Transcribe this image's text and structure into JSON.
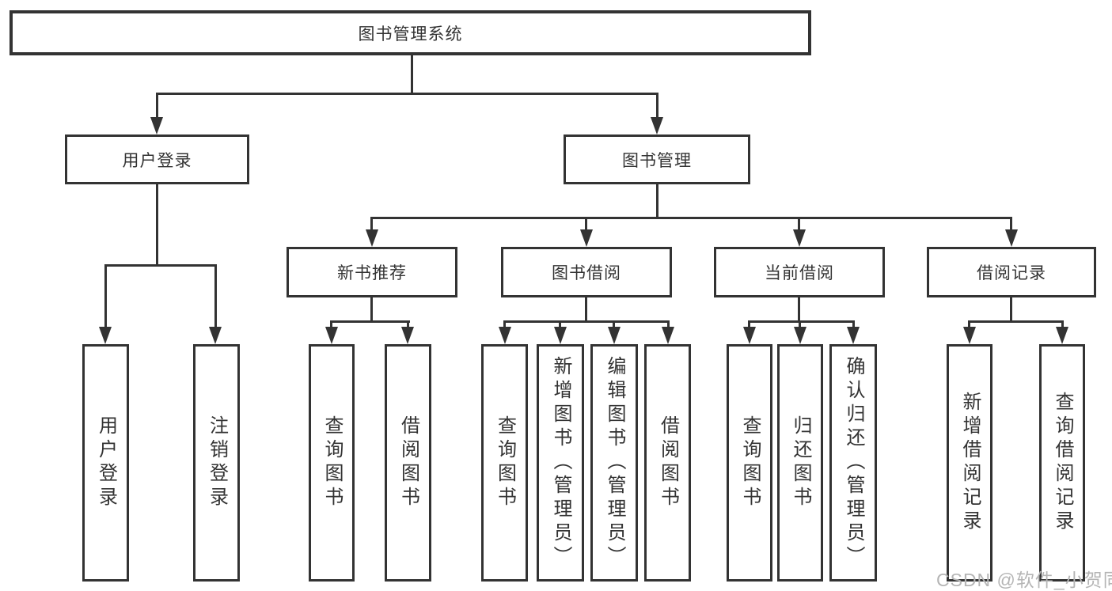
{
  "tree": {
    "root": {
      "label": "图书管理系统"
    },
    "branches": [
      {
        "label": "用户登录",
        "children": [
          {
            "label": "用户登录"
          },
          {
            "label": "注销登录"
          }
        ]
      },
      {
        "label": "图书管理",
        "children": [
          {
            "label": "新书推荐",
            "children": [
              {
                "label": "查询图书"
              },
              {
                "label": "借阅图书"
              }
            ]
          },
          {
            "label": "图书借阅",
            "children": [
              {
                "label": "查询图书"
              },
              {
                "label": "新增图书（管理员）"
              },
              {
                "label": "编辑图书（管理员）"
              },
              {
                "label": "借阅图书"
              }
            ]
          },
          {
            "label": "当前借阅",
            "children": [
              {
                "label": "查询图书"
              },
              {
                "label": "归还图书"
              },
              {
                "label": "确认归还（管理员）"
              }
            ]
          },
          {
            "label": "借阅记录",
            "children": [
              {
                "label": "新增借阅记录"
              },
              {
                "label": "查询借阅记录"
              }
            ]
          }
        ]
      }
    ]
  },
  "watermark": {
    "text": "CSDN @软件_小贺同学"
  },
  "colors": {
    "line": "#333333",
    "watermark": "#b5b5b5",
    "background": "#ffffff"
  }
}
